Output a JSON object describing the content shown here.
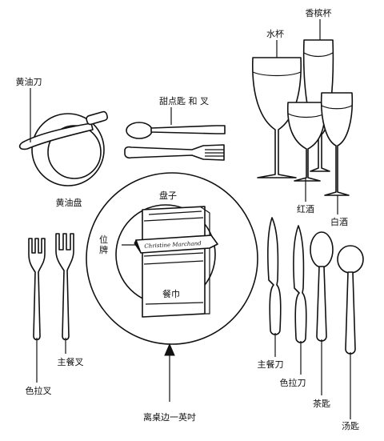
{
  "labels": {
    "champagne_glass": "香槟杯",
    "water_glass": "水杯",
    "butter_knife": "黄油刀",
    "dessert_spoon_fork": "甜点匙 和 叉",
    "butter_plate": "黄油盘",
    "red_wine": "红酒",
    "white_wine": "白酒",
    "plate": "盘子",
    "place_card": "位牌",
    "napkin": "餐巾",
    "dinner_fork": "主餐叉",
    "salad_fork": "色拉叉",
    "dinner_knife": "主餐刀",
    "salad_knife": "色拉刀",
    "teaspoon": "茶匙",
    "soup_spoon": "汤匙",
    "table_edge": "离桌边一英吋"
  },
  "place_card_text": "Christine Marchand"
}
